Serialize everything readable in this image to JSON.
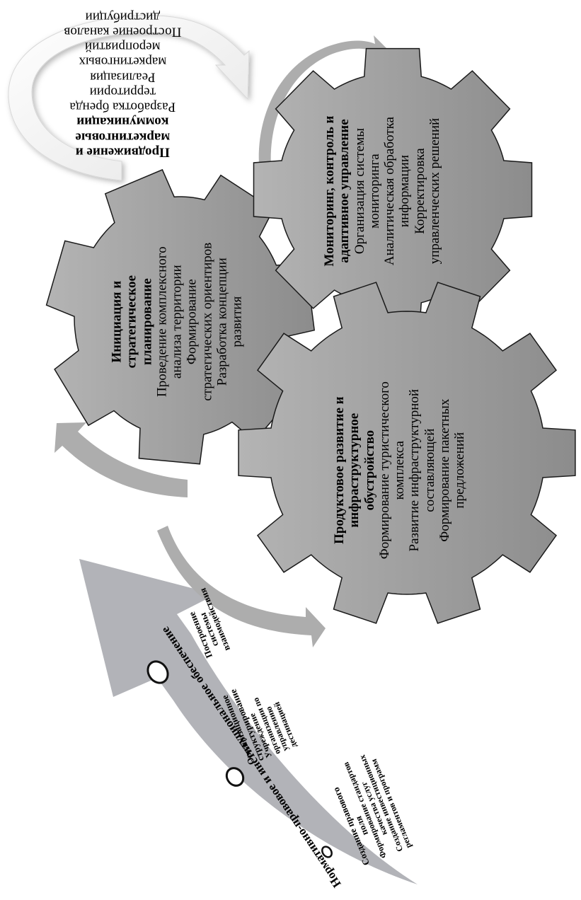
{
  "diagram": {
    "colors": {
      "gear_fill_light": "#b4b4b4",
      "gear_fill_dark": "#8c8c8c",
      "gear_stroke": "#1a1a1a",
      "cycle_arrow": "#adadad",
      "swoosh_arrow": "#b2b3b8",
      "milestone_fill": "#ffffff",
      "milestone_stroke": "#111111"
    },
    "promotion": {
      "title": "Продвижение и маркетинговые коммуникации",
      "title_lines": [
        "Продвижение и",
        "маркетинговые",
        "коммуникации"
      ],
      "items": [
        "Разработка бренда",
        "территории",
        "Реализация",
        "маркетинговых",
        "мероприятий",
        "Построение каналов",
        "дистрибуции"
      ]
    },
    "gears": [
      {
        "id": "monitoring",
        "title_lines": [
          "Мониторинг, контроль и",
          "адаптивное управление"
        ],
        "items": [
          "Организация системы",
          "мониторинга",
          "Аналитическая обработка",
          "информации",
          "Корректировка",
          "управленческих решений"
        ]
      },
      {
        "id": "initiation",
        "title_lines": [
          "Инициация и",
          "стратегическое",
          "планирование"
        ],
        "items": [
          "Проведение комплексного",
          "анализа территории",
          "Формирование",
          "стратегических ориентиров",
          "Разработка концепции",
          "развития"
        ]
      },
      {
        "id": "product",
        "title_lines": [
          "Продуктовое развитие и",
          "инфраструктурное",
          "обустройство"
        ],
        "items": [
          "Формирование туристического",
          "комплекса",
          "Развитие инфраструктурной",
          "составляющей",
          "Формирование пакетных",
          "предложений"
        ]
      }
    ],
    "foundation": {
      "label": "Нормативно-правовое и институциональное обеспечение",
      "milestones": [
        {
          "title_lines": [
            "Создание правового",
            "поля"
          ],
          "sub_lines": [
            "Формирование стандартов",
            "качества услуг",
            "Создание инвестиционных",
            "регламентов и программ"
          ]
        },
        {
          "title_lines": [
            "Организационное",
            "структурирование"
          ],
          "sub_lines": [
            "Учреждение",
            "организации по",
            "управлению",
            "дестинацией"
          ]
        },
        {
          "title_lines": [
            "Построение",
            "системы",
            "взаимодействия"
          ],
          "sub_lines": []
        }
      ]
    }
  }
}
